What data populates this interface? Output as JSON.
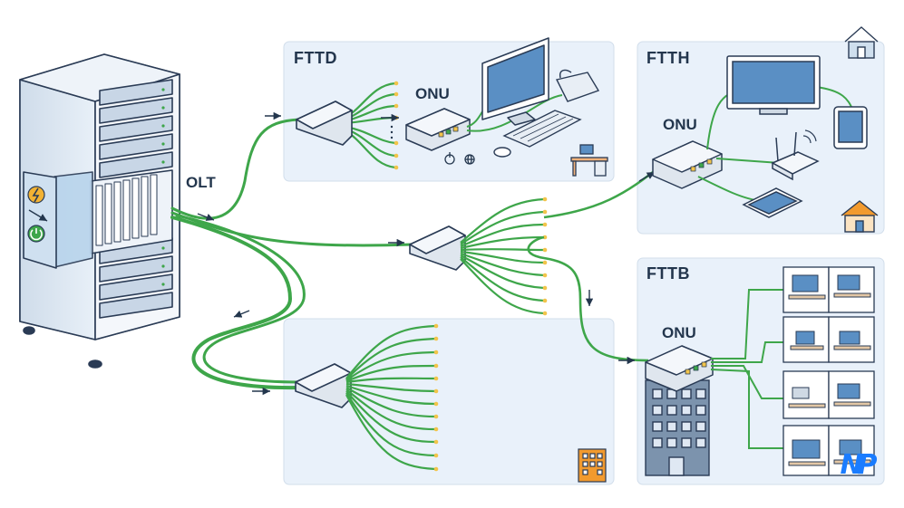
{
  "labels": {
    "olt": "OLT",
    "fttd_title": "FTTD",
    "ftth_title": "FTTH",
    "fttb_title": "FTTB",
    "onu_fttd": "ONU",
    "onu_ftth": "ONU",
    "onu_fttb": "ONU"
  },
  "logo": {
    "text": "NP",
    "name": "np-logo"
  },
  "colors": {
    "fiber": "#3ea64a",
    "panel": "#e9f1fa",
    "outline": "#2a3b55",
    "rack": "#dde7f2",
    "accent_orange": "#f29a2e",
    "accent_blue": "#1a7cff"
  }
}
